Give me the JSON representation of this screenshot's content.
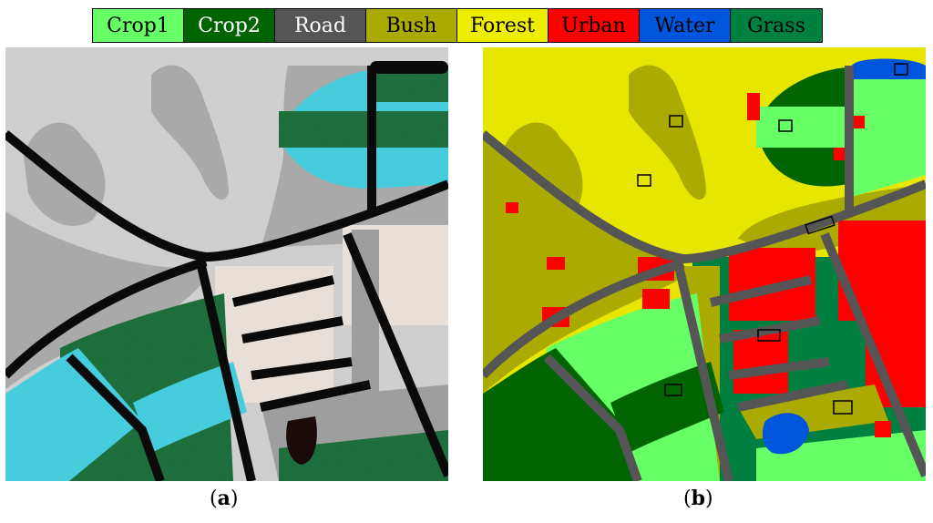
{
  "legend": {
    "items": [
      {
        "label": "Crop1",
        "color": "#66ff66",
        "text_color": "#000000"
      },
      {
        "label": "Crop2",
        "color": "#006400",
        "text_color": "#ffffff"
      },
      {
        "label": "Road",
        "color": "#555555",
        "text_color": "#ffffff"
      },
      {
        "label": "Bush",
        "color": "#aaaa00",
        "text_color": "#000000"
      },
      {
        "label": "Forest",
        "color": "#eeee00",
        "text_color": "#000000"
      },
      {
        "label": "Urban",
        "color": "#ff0000",
        "text_color": "#000000"
      },
      {
        "label": "Water",
        "color": "#0055dd",
        "text_color": "#000000"
      },
      {
        "label": "Grass",
        "color": "#008040",
        "text_color": "#000000"
      }
    ]
  },
  "captions": {
    "a": "a",
    "b": "b"
  },
  "panel_a_colors": {
    "light_gray": "#cfcfcf",
    "gray": "#a9a9a9",
    "mid_gray": "#9e9e9e",
    "cyan": "#44ccdd",
    "dark_green": "#1f6e3c",
    "road": "#0a0a0a",
    "speckle": "#e8e0d8"
  },
  "panel_b_colors": {
    "forest": "#e6e600",
    "bush": "#aaaa00",
    "crop1": "#66ff66",
    "crop2": "#006400",
    "grass": "#008040",
    "water": "#0055dd",
    "urban": "#ff0000",
    "road": "#555555"
  }
}
